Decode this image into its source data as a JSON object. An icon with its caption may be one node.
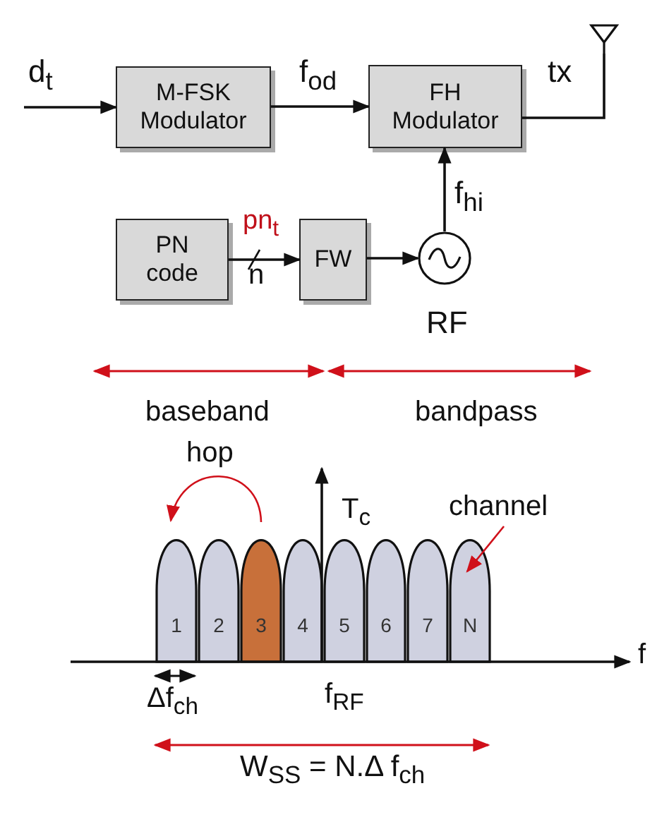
{
  "diagram": {
    "nodes": [
      {
        "text": [
          "M-FSK Modulator"
        ]
      },
      {
        "text": [
          "FH Modulator"
        ]
      },
      {
        "text": [
          "PN code"
        ]
      },
      {
        "text": [
          "FW"
        ]
      },
      {
        "text": [],
        "shape": "circle",
        "beside": [
          "RF"
        ]
      },
      {
        "text": [],
        "shape": "antenna"
      },
      {
        "text": [
          "1"
        ]
      },
      {
        "text": [
          "2"
        ]
      },
      {
        "text": [
          "3"
        ]
      },
      {
        "text": [
          "4"
        ]
      },
      {
        "text": [
          "5"
        ]
      },
      {
        "text": [
          "6"
        ]
      },
      {
        "text": [
          "7"
        ]
      },
      {
        "text": [
          "N"
        ]
      },
      {
        "text": [
          "channel"
        ]
      }
    ],
    "edges": [
      {
        "from": null,
        "to": 0,
        "arrow": "to",
        "label": "d$_{t}$"
      },
      {
        "from": 0,
        "to": 1,
        "arrow": "to",
        "label": "f$_{od}$"
      },
      {
        "from": 1,
        "to": 5,
        "arrow": "none",
        "label": "tx"
      },
      {
        "from": 2,
        "to": 3,
        "arrow": "to",
        "label": "pn$_{t}$"
      },
      {
        "from": 3,
        "to": 4,
        "arrow": "to"
      },
      {
        "from": 4,
        "to": 1,
        "arrow": "to",
        "label": "f$_{hi}$"
      },
      {
        "from": 14,
        "to": 13,
        "arrow": "to",
        "color": "#d0101a"
      },
      {
        "from": 8,
        "to": 6,
        "arrow": "to",
        "label": "hop",
        "color": "#d0101a"
      }
    ],
    "labels": [
      "n",
      "baseband",
      "bandpass",
      "T$_{c}$",
      "f",
      "Δf$_{ch}$",
      "f$_{RF}$",
      "W$_{SS}$ = N.Δ f$_{ch}$"
    ]
  }
}
